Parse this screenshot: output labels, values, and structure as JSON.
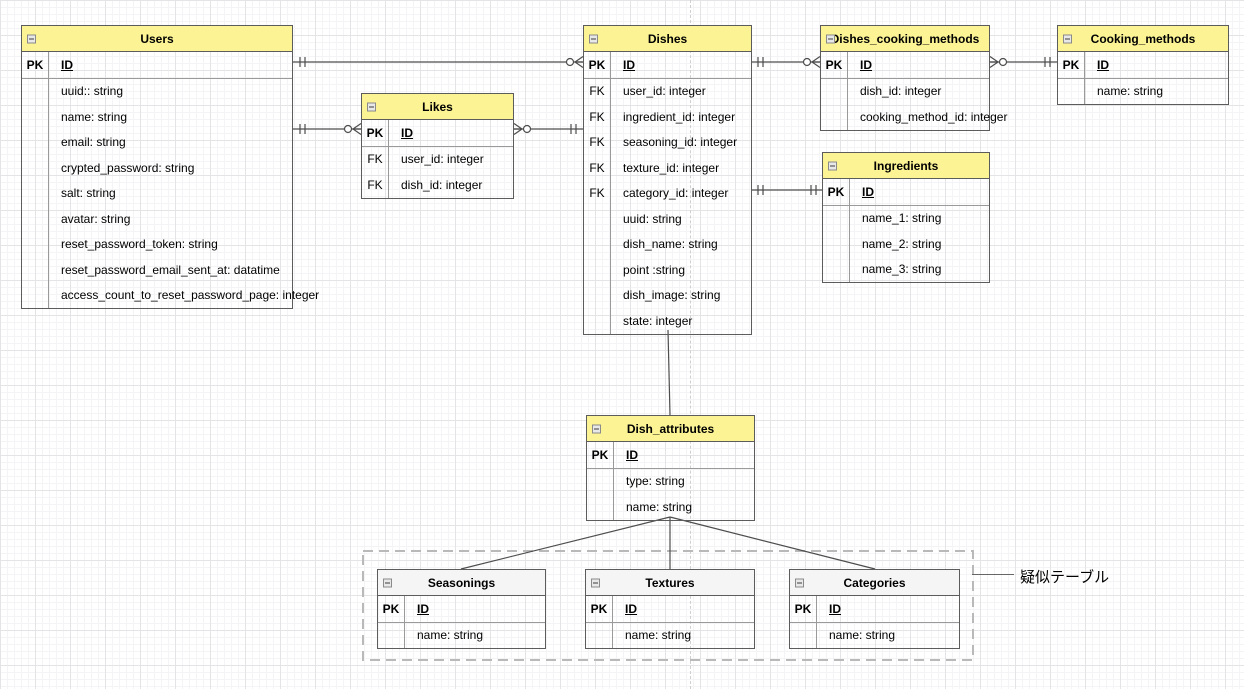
{
  "colors": {
    "entity_header": "#FBF394",
    "pseudo_header": "#F5F5F5",
    "border": "#5C5C5C",
    "line": "#4D4D4D"
  },
  "annotation": {
    "label": "疑似テーブル"
  },
  "tables": {
    "users": {
      "title": "Users",
      "rows": [
        {
          "key": "PK",
          "field": "ID"
        },
        {
          "key": "",
          "field": "uuid:: string"
        },
        {
          "key": "",
          "field": "name: string"
        },
        {
          "key": "",
          "field": "email: string"
        },
        {
          "key": "",
          "field": "crypted_password: string"
        },
        {
          "key": "",
          "field": "salt: string"
        },
        {
          "key": "",
          "field": "avatar: string"
        },
        {
          "key": "",
          "field": "reset_password_token: string"
        },
        {
          "key": "",
          "field": "reset_password_email_sent_at: datatime"
        },
        {
          "key": "",
          "field": "access_count_to_reset_password_page: integer"
        }
      ]
    },
    "likes": {
      "title": "Likes",
      "rows": [
        {
          "key": "PK",
          "field": "ID"
        },
        {
          "key": "FK",
          "field": "user_id: integer"
        },
        {
          "key": "FK",
          "field": "dish_id: integer"
        }
      ]
    },
    "dishes": {
      "title": "Dishes",
      "rows": [
        {
          "key": "PK",
          "field": "ID"
        },
        {
          "key": "FK",
          "field": "user_id: integer"
        },
        {
          "key": "FK",
          "field": "ingredient_id: integer"
        },
        {
          "key": "FK",
          "field": "seasoning_id: integer"
        },
        {
          "key": "FK",
          "field": "texture_id: integer"
        },
        {
          "key": "FK",
          "field": "category_id: integer"
        },
        {
          "key": "",
          "field": "uuid: string"
        },
        {
          "key": "",
          "field": "dish_name: string"
        },
        {
          "key": "",
          "field": "point :string"
        },
        {
          "key": "",
          "field": "dish_image: string"
        },
        {
          "key": "",
          "field": "state: integer"
        }
      ]
    },
    "dishes_cooking_methods": {
      "title": "Dishes_cooking_methods",
      "rows": [
        {
          "key": "PK",
          "field": "ID"
        },
        {
          "key": "",
          "field": "dish_id: integer"
        },
        {
          "key": "",
          "field": "cooking_method_id: integer"
        }
      ]
    },
    "cooking_methods": {
      "title": "Cooking_methods",
      "rows": [
        {
          "key": "PK",
          "field": "ID"
        },
        {
          "key": "",
          "field": "name: string"
        }
      ]
    },
    "ingredients": {
      "title": "Ingredients",
      "rows": [
        {
          "key": "PK",
          "field": "ID"
        },
        {
          "key": "",
          "field": "name_1: string"
        },
        {
          "key": "",
          "field": "name_2: string"
        },
        {
          "key": "",
          "field": "name_3: string"
        }
      ]
    },
    "dish_attributes": {
      "title": "Dish_attributes",
      "rows": [
        {
          "key": "PK",
          "field": "ID"
        },
        {
          "key": "",
          "field": "type: string"
        },
        {
          "key": "",
          "field": "name: string"
        }
      ]
    },
    "seasonings": {
      "title": "Seasonings",
      "rows": [
        {
          "key": "PK",
          "field": "ID"
        },
        {
          "key": "",
          "field": "name: string"
        }
      ]
    },
    "textures": {
      "title": "Textures",
      "rows": [
        {
          "key": "PK",
          "field": "ID"
        },
        {
          "key": "",
          "field": "name: string"
        }
      ]
    },
    "categories": {
      "title": "Categories",
      "rows": [
        {
          "key": "PK",
          "field": "ID"
        },
        {
          "key": "",
          "field": "name: string"
        }
      ]
    }
  },
  "relations": [
    {
      "from": "Users",
      "to": "Dishes",
      "from_cardinality": "one",
      "to_cardinality": "zero-or-many"
    },
    {
      "from": "Users",
      "to": "Likes",
      "from_cardinality": "one",
      "to_cardinality": "zero-or-many"
    },
    {
      "from": "Likes",
      "to": "Dishes",
      "from_cardinality": "zero-or-many",
      "to_cardinality": "one"
    },
    {
      "from": "Dishes",
      "to": "Dishes_cooking_methods",
      "from_cardinality": "one",
      "to_cardinality": "zero-or-many"
    },
    {
      "from": "Dishes_cooking_methods",
      "to": "Cooking_methods",
      "from_cardinality": "zero-or-many",
      "to_cardinality": "one"
    },
    {
      "from": "Dishes",
      "to": "Ingredients",
      "from_cardinality": "one",
      "to_cardinality": "one"
    },
    {
      "from": "Dishes",
      "to": "Dish_attributes",
      "type": "line"
    },
    {
      "from": "Dish_attributes",
      "to": "Seasonings",
      "type": "line"
    },
    {
      "from": "Dish_attributes",
      "to": "Textures",
      "type": "line"
    },
    {
      "from": "Dish_attributes",
      "to": "Categories",
      "type": "line"
    }
  ]
}
